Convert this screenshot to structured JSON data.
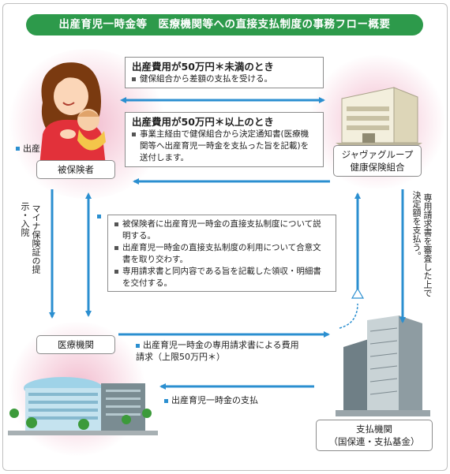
{
  "title": "出産育児一時金等　医療機関等への直接支払制度の事務フロー概要",
  "nodes": {
    "insured": "被保険者",
    "union_line1": "ジャヴァグループ",
    "union_line2": "健康保険組合",
    "medical": "医療機関",
    "payer_line1": "支払機関",
    "payer_line2": "（国保連・支払基金）"
  },
  "birth_label": "出産",
  "under50": {
    "header": "出産費用が50万円＊未満のとき",
    "bullet": "健保組合から差額の支払を受ける。"
  },
  "over50": {
    "header": "出産費用が50万円＊以上のとき",
    "bullet": "事業主経由で健保組合から決定通知書(医療機関等へ出産育児一時金を支払った旨を記載)を送付します。"
  },
  "explain_box": {
    "items": [
      "被保険者に出産育児一時金の直接支払制度について説明する。",
      "出産育児一時金の直接支払制度の利用について合意文書を取り交わす。",
      "専用請求書と同内容である旨を記載した領収・明細書を交付する。"
    ]
  },
  "left_vertical": "マイナ保険証の提示・入院",
  "right_vertical": "専用請求書を審査した上で決定額を支払う。",
  "claim_note": "出産育児一時金の専用請求書による費用請求（上限50万円＊）",
  "payment_note": "出産育児一時金の支払",
  "colors": {
    "accent_blue": "#2b8fd0",
    "title_green": "#2d9a4b",
    "pink_glow": "#f1b8cb"
  }
}
